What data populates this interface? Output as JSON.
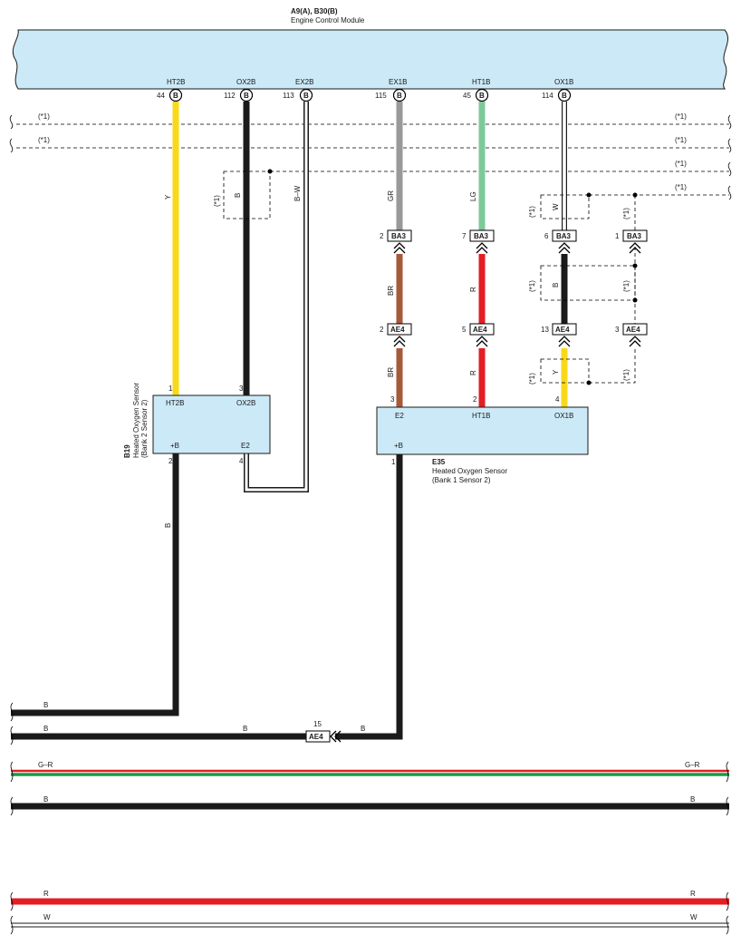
{
  "ecm": {
    "code": "A9(A), B30(B)",
    "title": "Engine Control Module",
    "pin_letter": "B",
    "pins": [
      {
        "name": "HT2B",
        "num": "44"
      },
      {
        "name": "OX2B",
        "num": "112"
      },
      {
        "name": "EX2B",
        "num": "113"
      },
      {
        "name": "EX1B",
        "num": "115"
      },
      {
        "name": "HT1B",
        "num": "45"
      },
      {
        "name": "OX1B",
        "num": "114"
      }
    ]
  },
  "note_marker": "(*1)",
  "b19": {
    "code": "B19",
    "name": "Heated Oxygen Sensor",
    "sub": "(Bank 2 Sensor 2)",
    "pins": {
      "ht2b": "HT2B",
      "ox2b": "OX2B",
      "plusb": "+B",
      "e2": "E2"
    },
    "pin_nums": {
      "ht2b": "1",
      "ox2b": "3",
      "plusb": "2",
      "e2": "4"
    }
  },
  "e35": {
    "code": "E35",
    "name": "Heated Oxygen Sensor",
    "sub": "(Bank 1 Sensor 2)",
    "pins": {
      "e2": "E2",
      "ht1b": "HT1B",
      "ox1b": "OX1B",
      "plusb": "+B"
    },
    "pin_nums": {
      "e2": "3",
      "ht1b": "2",
      "ox1b": "4",
      "plusb": "1"
    }
  },
  "connectors": {
    "ba3": "BA3",
    "ae4": "AE4",
    "ba3_pins": [
      "2",
      "7",
      "6",
      "1"
    ],
    "ae4_pins": [
      "2",
      "5",
      "13",
      "3"
    ],
    "ae4_ground_pin": "15"
  },
  "wire_colors": {
    "y": "Y",
    "b": "B",
    "bw": "B–W",
    "gr": "GR",
    "lg": "LG",
    "w": "W",
    "br": "BR",
    "r": "R",
    "gr_red": "G–R"
  },
  "colors": {
    "module_fill": "#cce9f7",
    "yellow": "#f7d91a",
    "black": "#1a1a1a",
    "gray": "#999999",
    "light_green": "#7ec99a",
    "brown": "#a65a38",
    "red": "#e31e24",
    "green": "#1a9a47"
  }
}
